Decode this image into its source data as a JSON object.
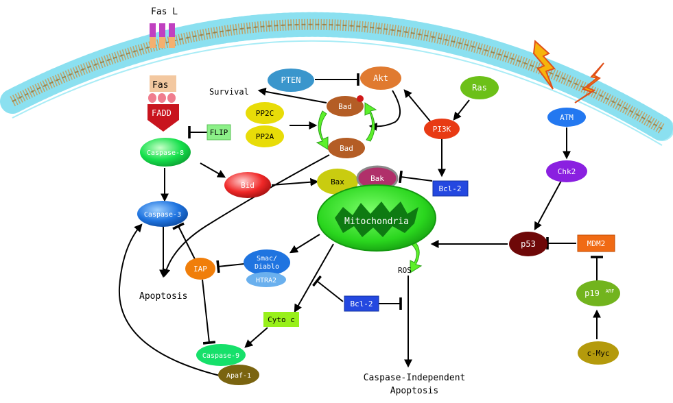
{
  "diagram": {
    "labels": {
      "fasl": "Fas L",
      "fas": "Fas",
      "fadd": "FADD",
      "survival": "Survival",
      "apoptosis": "Apoptosis",
      "ros": "ROS",
      "ci_apoptosis_1": "Caspase-Independent",
      "ci_apoptosis_2": "Apoptosis"
    },
    "nodes": {
      "pten": "PTEN",
      "akt": "Akt",
      "ras": "Ras",
      "pi3k": "PI3K",
      "pp2c": "PP2C",
      "pp2a": "PP2A",
      "bad_top": "Bad",
      "bad_bottom": "Bad",
      "flip": "FLIP",
      "caspase8": "Caspase-8",
      "bid": "Bid",
      "bax": "Bax",
      "bak": "Bak",
      "bcl2_top": "Bcl-2",
      "caspase3": "Caspase-3",
      "mitochondria": "Mitochondria",
      "smac": "Smac/",
      "smac2": "Diablo",
      "htra2": "HTRA2",
      "iap": "IAP",
      "bcl2_bottom": "Bcl-2",
      "cytoc": "Cyto c",
      "caspase9": "Caspase-9",
      "apaf1": "Apaf-1",
      "atm": "ATM",
      "chk2": "Chk2",
      "p53": "p53",
      "mdm2": "MDM2",
      "p19": "p19",
      "p19_sup": "ARF",
      "cmyc": "c-Myc"
    },
    "colors": {
      "membrane": "#a9ecf6",
      "lipid_tail": "#b07a2a",
      "fasl_purple": "#c040c0",
      "fasl_orange": "#f3b070",
      "fas_pink": "#f07d8e",
      "fadd_red": "#c8141e",
      "caspase_green": "#16e04c",
      "caspase_blue": "#1f74e0",
      "bid_red": "#f02828",
      "bax_yellow": "#c9cc10",
      "bak_maroon": "#b0306a",
      "bcl2_blue": "#2448e0",
      "mito_green": "#2ad61e",
      "iap_orange": "#f07e0a",
      "akt_orange": "#e07a30",
      "ras_green": "#6cc018",
      "pi3k_red": "#e83a14",
      "pten_blue": "#3a96cc",
      "pp2_yellow": "#e8dc08",
      "bad_brown": "#b45d25",
      "flip_green": "#8cf088",
      "atm_blue": "#2378f0",
      "chk2_purple": "#8a20e0",
      "p53_darkred": "#6e0808",
      "mdm2_orange": "#f06a14",
      "p19_green": "#72b41e",
      "cmyc_olive": "#b49a0c",
      "apaf_olive": "#7a6410",
      "cytoc_green": "#98f01a",
      "lightning": "#f6b40c"
    }
  }
}
